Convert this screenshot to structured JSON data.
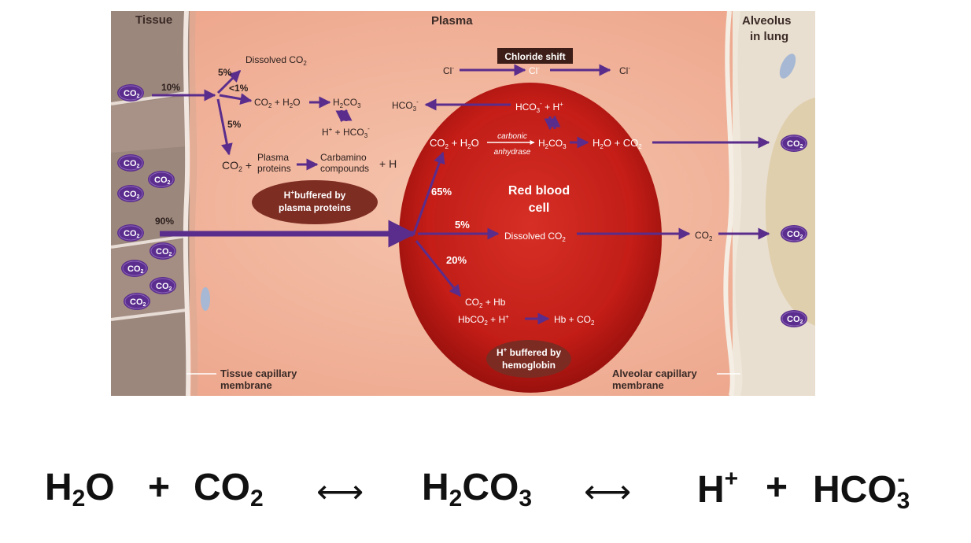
{
  "regions": {
    "tissue": "Tissue",
    "plasma": "Plasma",
    "alveolus_line1": "Alveolus",
    "alveolus_line2": "in lung",
    "tissue_membrane_line1": "Tissue capillary",
    "tissue_membrane_line2": "membrane",
    "alveolar_membrane_line1": "Alveolar capillary",
    "alveolar_membrane_line2": "membrane"
  },
  "plasma": {
    "pct_10": "10%",
    "pct_5_top": "5%",
    "pct_lt1": "<1%",
    "pct_5_bottom": "5%",
    "pct_90": "90%",
    "dissolved_co2": "Dissolved CO",
    "co2_h2o": "CO",
    "co2_h2o_plus": " + H",
    "co2_h2o_end": "O",
    "h2co3": "H",
    "h2co3_mid": "CO",
    "h_hco3": "H",
    "h_hco3_mid": " + HCO",
    "co2_plus": "CO",
    "plasma_line1": "Plasma",
    "plasma_line2": "proteins",
    "carbamino_line1": "Carbamino",
    "carbamino_line2": "compounds",
    "plus_h": "+ H",
    "buffer_line1": "H",
    "buffer_line1_rest": "buffered by",
    "buffer_line2": "plasma proteins",
    "hco3_left": "HCO"
  },
  "chloride": {
    "title": "Chloride shift",
    "cl_left": "Cl",
    "cl_mid": "Cl",
    "cl_right": "Cl"
  },
  "rbc": {
    "title_line1": "Red blood",
    "title_line2": "cell",
    "hco3_h": "HCO",
    "hco3_h_rest": " + H",
    "co2_h2o": "CO",
    "co2_h2o_rest": " + H",
    "co2_h2o_end": "O",
    "carbonic": "carbonic",
    "anhydrase": "anhydrase",
    "h2co3": "H",
    "h2co3_mid": "CO",
    "h2o_co2": "H",
    "h2o_co2_mid": "O + CO",
    "pct_65": "65%",
    "pct_5": "5%",
    "pct_20": "20%",
    "dissolved_co2": "Dissolved CO",
    "co2_hb": "CO",
    "co2_hb_rest": " + Hb",
    "hbco2": "HbCO",
    "hbco2_rest": " + H",
    "hb_co2": "Hb + CO",
    "buffer_line1": "H",
    "buffer_line1_rest": " buffered by",
    "buffer_line2": "hemoglobin",
    "co2_out": "CO"
  },
  "badge": {
    "text": "CO",
    "sub": "2"
  },
  "equation": {
    "h": "H",
    "two": "2",
    "o": "O",
    "plus": "+",
    "co": "CO",
    "two_b": "2",
    "arrow": "⟷",
    "h2": "H",
    "two_c": "2",
    "co3": "CO",
    "three": "3",
    "hplus": "H",
    "sup_plus": "+",
    "hco": "HCO",
    "three_b": "3",
    "sup_minus": "-"
  },
  "colors": {
    "arrow": "#5a2d8c",
    "badge": "#5b2d8e",
    "rbc": "#c8201b",
    "plasma": "#f2b49c",
    "tissue": "#9a8478",
    "buffer_oval": "#7a2a22"
  }
}
